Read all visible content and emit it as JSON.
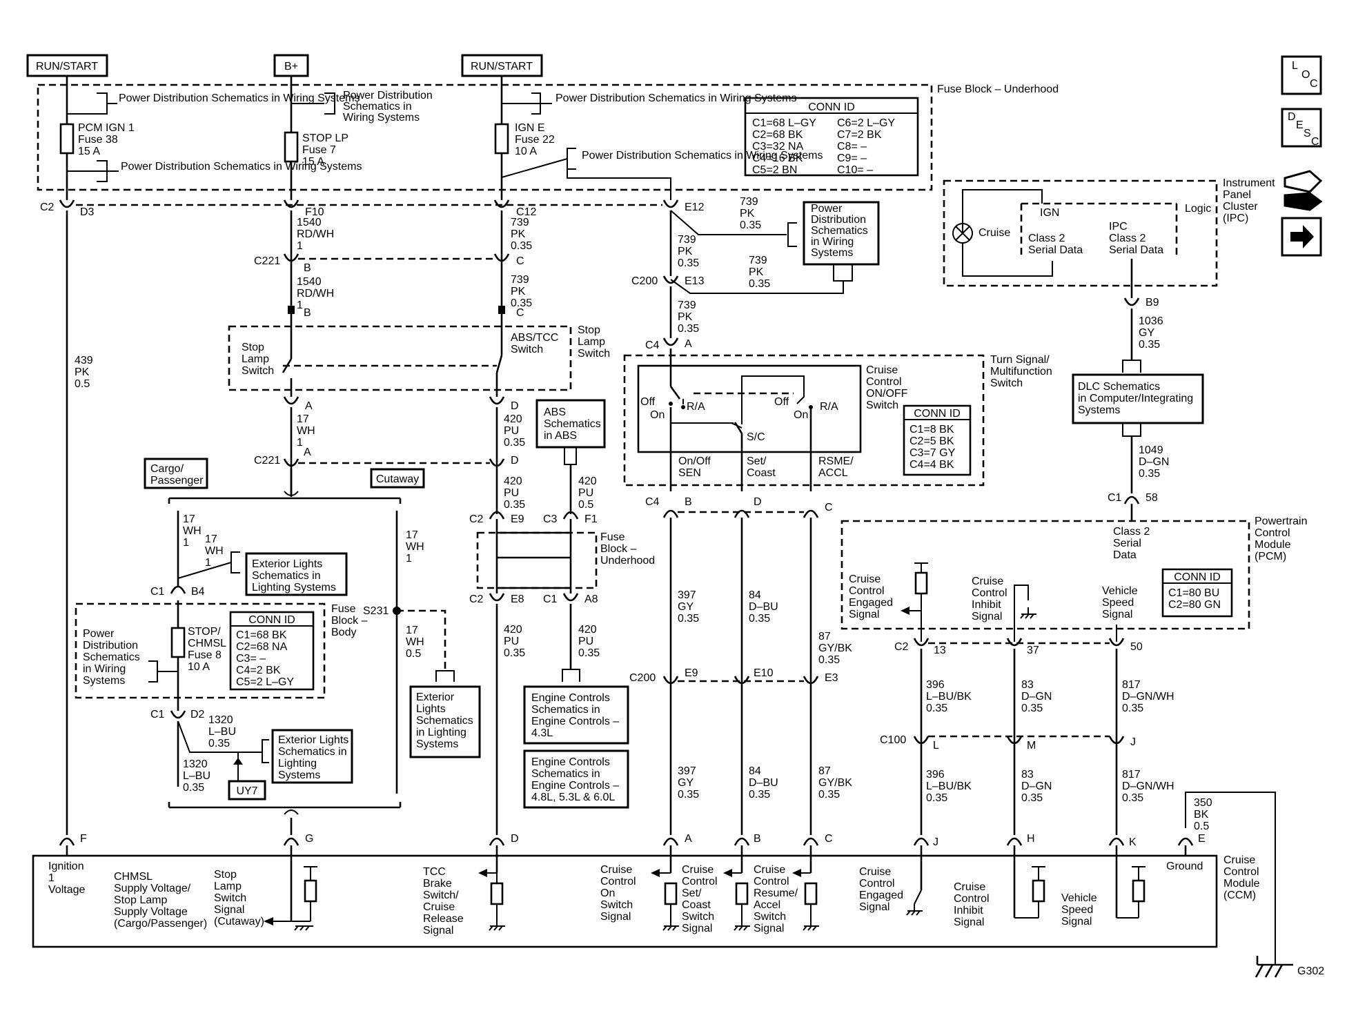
{
  "power_sources": [
    "RUN/START",
    "B+",
    "RUN/START"
  ],
  "fuse_block_underhood": "Fuse Block – Underhood",
  "conn_id_title": "CONN ID",
  "conn_id_underhood": [
    "C1=68 L–GY",
    "C2=68 BK",
    "C3=32 NA",
    "C4=16 BK",
    "C5=2 BN",
    "C6=2 L–GY",
    "C7=2 BK",
    "C8= –",
    "C9= –",
    "C10= –"
  ],
  "fuses": [
    {
      "name": "PCM IGN 1",
      "fuse": "Fuse 38",
      "amps": "15 A"
    },
    {
      "name": "STOP LP",
      "fuse": "Fuse 7",
      "amps": "15 A"
    },
    {
      "name": "IGN E",
      "fuse": "Fuse 22",
      "amps": "10 A"
    }
  ],
  "refs": {
    "pds1": "Power Distribution Schematics in Wiring Systems",
    "pds_stacked": [
      "Power Distribution",
      "Schematics in",
      "Wiring Systems"
    ],
    "pds_box": [
      "Power",
      "Distribution",
      "Schematics",
      "in Wiring",
      "Systems"
    ],
    "abs": [
      "ABS",
      "Schematics",
      "in ABS"
    ],
    "dlc": [
      "DLC Schematics",
      "in Computer/Integrating",
      "Systems"
    ],
    "ext1": [
      "Exterior Lights",
      "Schematics in",
      "Lighting Systems"
    ],
    "ext2": [
      "Exterior Lights",
      "Schematics in",
      "Lighting",
      "Systems"
    ],
    "ext3": [
      "Exterior",
      "Lights",
      "Schematics",
      "in Lighting",
      "Systems"
    ],
    "eng1": [
      "Engine Controls",
      "Schematics in",
      "Engine Controls –",
      "4.3L"
    ],
    "eng2": [
      "Engine Controls",
      "Schematics in",
      "Engine Controls –",
      "4.8L, 5.3L & 6.0L"
    ]
  },
  "side_icons": {
    "loc": [
      "L",
      "O",
      "C"
    ],
    "desc": [
      "D",
      "E",
      "S",
      "C"
    ],
    "bookmark": "next-arrow-icon"
  },
  "ipc": {
    "title": [
      "Instrument",
      "Panel",
      "Cluster",
      "(IPC)"
    ],
    "logic": "Logic",
    "ign": "IGN",
    "cruise": "Cruise",
    "class2a": [
      "Class 2",
      "Serial Data"
    ],
    "class2b": [
      "IPC",
      "Class 2",
      "Serial Data"
    ]
  },
  "switches": {
    "stop_lamp": [
      "Stop",
      "Lamp",
      "Switch"
    ],
    "abs_tcc": [
      "ABS/TCC",
      "Switch"
    ],
    "stop_lamp_r": [
      "Stop",
      "Lamp",
      "Switch"
    ],
    "turn_signal": [
      "Turn Signal/",
      "Multifunction",
      "Switch"
    ],
    "cruise_onoff": [
      "Cruise",
      "Control",
      "ON/OFF",
      "Switch"
    ],
    "off": "Off",
    "on": "On",
    "ra": "R/A",
    "sc": "S/C",
    "onoff_sen": [
      "On/Off",
      "SEN"
    ],
    "set_coast": [
      "Set/",
      "Coast"
    ],
    "rsme": [
      "RSME/",
      "ACCL"
    ]
  },
  "conn_id_turn": [
    "C1=8 BK",
    "C2=5 BK",
    "C3=7 GY",
    "C4=4 BK"
  ],
  "conn_id_body": [
    "C1=68 BK",
    "C2=68 NA",
    "C3= –",
    "C4=2 BK",
    "C5=2 L–GY"
  ],
  "conn_id_pcm": [
    "C1=80 BU",
    "C2=80 GN"
  ],
  "fuse_block_body": [
    "Fuse",
    "Block –",
    "Body"
  ],
  "fuse_block_uh2": [
    "Fuse",
    "Block –",
    "Underhood"
  ],
  "stop_chmsl": [
    "STOP/",
    "CHMSL",
    "Fuse 8",
    "10 A"
  ],
  "cargo": [
    "Cargo/",
    "Passenger"
  ],
  "cutaway": "Cutaway",
  "pcm": {
    "title": [
      "Powertrain",
      "Control",
      "Module",
      "(PCM)"
    ],
    "class2": [
      "Class 2",
      "Serial",
      "Data"
    ],
    "engaged": [
      "Cruise",
      "Control",
      "Engaged",
      "Signal"
    ],
    "inhibit": [
      "Cruise",
      "Control",
      "Inhibit",
      "Signal"
    ],
    "vss": [
      "Vehicle",
      "Speed",
      "Signal"
    ]
  },
  "ccm": {
    "title": [
      "Cruise",
      "Control",
      "Module",
      "(CCM)"
    ],
    "ign": [
      "Ignition",
      "1",
      "Voltage"
    ],
    "chmsl": [
      "CHMSL",
      "Supply Voltage/",
      "Stop Lamp",
      "Supply Voltage",
      "(Cargo/Passenger)"
    ],
    "stop": [
      "Stop",
      "Lamp",
      "Switch",
      "Signal",
      "(Cutaway)"
    ],
    "tcc": [
      "TCC",
      "Brake",
      "Switch/",
      "Cruise",
      "Release",
      "Signal"
    ],
    "onsw": [
      "Cruise",
      "Control",
      "On",
      "Switch",
      "Signal"
    ],
    "setc": [
      "Cruise",
      "Control",
      "Set/",
      "Coast",
      "Switch",
      "Signal"
    ],
    "resm": [
      "Cruise",
      "Control",
      "Resume/",
      "Accel",
      "Switch",
      "Signal"
    ],
    "eng": [
      "Cruise",
      "Control",
      "Engaged",
      "Signal"
    ],
    "inh": [
      "Cruise",
      "Control",
      "Inhibit",
      "Signal"
    ],
    "vss": [
      "Vehicle",
      "Speed",
      "Signal"
    ],
    "ground": "Ground"
  },
  "ground_id": "G302",
  "uy7": "UY7",
  "wires": {
    "w439": [
      "439",
      "PK",
      "0.5"
    ],
    "w1540": [
      "1540",
      "RD/WH",
      "1"
    ],
    "w739": [
      "739",
      "PK",
      "0.35"
    ],
    "w420a": [
      "420",
      "PU",
      "0.35"
    ],
    "w420b": [
      "420",
      "PU",
      "0.5"
    ],
    "w17": [
      "17",
      "WH",
      "1"
    ],
    "w17b": [
      "17",
      "WH",
      "0.5"
    ],
    "w1320": [
      "1320",
      "L–BU",
      "0.35"
    ],
    "w397": [
      "397",
      "GY",
      "0.35"
    ],
    "w84": [
      "84",
      "D–BU",
      "0.35"
    ],
    "w87": [
      "87",
      "GY/BK",
      "0.35"
    ],
    "w396": [
      "396",
      "L–BU/BK",
      "0.35"
    ],
    "w83": [
      "83",
      "D–GN",
      "0.35"
    ],
    "w817": [
      "817",
      "D–GN/WH",
      "0.35"
    ],
    "w1036": [
      "1036",
      "GY",
      "0.35"
    ],
    "w1049": [
      "1049",
      "D–GN",
      "0.35"
    ],
    "w350": [
      "350",
      "BK",
      "0.5"
    ]
  },
  "connectors": {
    "C2": "C2",
    "C1": "C1",
    "C3": "C3",
    "C4": "C4",
    "C100": "C100",
    "C200": "C200",
    "C221": "C221",
    "S231": "S231",
    "D3": "D3",
    "F10": "F10",
    "C12": "C12",
    "E12": "E12",
    "E13": "E13",
    "B": "B",
    "C": "C",
    "A": "A",
    "D": "D",
    "E9": "E9",
    "F1": "F1",
    "E8": "E8",
    "A8": "A8",
    "B4": "B4",
    "D2": "D2",
    "E10": "E10",
    "E3": "E3",
    "B9": "B9",
    "p58": "58",
    "p13": "13",
    "p37": "37",
    "p50": "50",
    "L": "L",
    "M": "M",
    "J": "J",
    "F": "F",
    "G": "G",
    "H": "H",
    "K": "K",
    "E": "E"
  }
}
